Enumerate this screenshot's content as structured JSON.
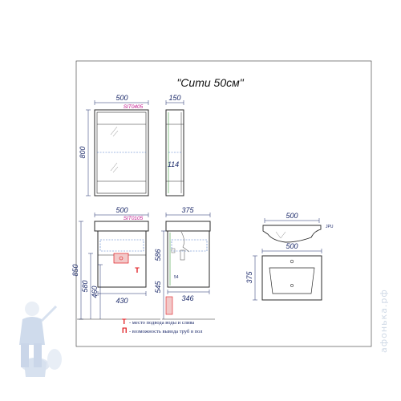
{
  "title": "\"Сити 50см\"",
  "cabinet": {
    "width": "500",
    "depth": "150",
    "height": "800",
    "shelf": "114",
    "code": "SIT0405"
  },
  "vanity": {
    "width": "500",
    "depth": "375",
    "code": "SIT0105",
    "h_total": "850",
    "h_580": "580",
    "h_460": "460",
    "h_586": "586",
    "h_545": "545",
    "inner_width": "430",
    "inner_depth": "346",
    "small_54": "54",
    "t_mark": "Т"
  },
  "basin": {
    "side_width": "500",
    "top_width": "500",
    "top_depth": "375",
    "side_label": "JPU"
  },
  "legend": {
    "t_mark": "Т",
    "t_text": " - место подвода воды и слива",
    "p_mark": "П",
    "p_text": " - возможность вывода труб в пол"
  },
  "watermark": "афонька.рф",
  "colors": {
    "line": "#2b2b2b",
    "dimension": "#1c2a6a",
    "code": "#c0138b",
    "marker": "#e0191e",
    "green": "#3a9a3a",
    "blue_dash": "#4a78c8"
  }
}
